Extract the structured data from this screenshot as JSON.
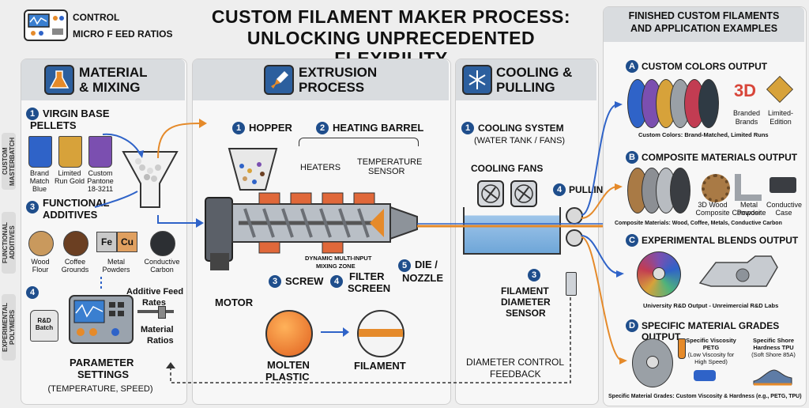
{
  "header": {
    "control_label_1": "CONTROL",
    "control_label_2": "MICRO F EED RATIOS",
    "title_line1": "CUSTOM FILAMENT MAKER PROCESS:",
    "title_line2": "UNLOCKING UNPRECEDENTED FLEXIBILITY"
  },
  "side_tabs": [
    "CUSTOM MASTERBATCH",
    "FUNCTIONAL ADDITIVES",
    "EXPERIMENTAL POLYMERS"
  ],
  "material": {
    "title_line1": "MATERIAL",
    "title_line2": "& MIXING",
    "step1_num": "1",
    "step1_line1": "VIRGIN BASE",
    "step1_line2": "PELLETS",
    "pellets": [
      {
        "label": "Brand Match Blue",
        "color": "#2f63c8"
      },
      {
        "label": "Limited Run Gold",
        "color": "#d7a23a"
      },
      {
        "label": "Custom Pantone 18-3211",
        "color": "#7b4fb0"
      }
    ],
    "step3_num": "3",
    "step3_line1": "FUNCTIONAL",
    "step3_line2": "ADDITIVES",
    "additives": [
      {
        "label": "Wood Flour",
        "color": "#c9995d"
      },
      {
        "label": "Coffee Grounds",
        "color": "#6b3f22"
      },
      {
        "label": "Metal Powders",
        "chem1": "Fe",
        "chem2": "Cu"
      },
      {
        "label": "Conductive Carbon",
        "color": "#2c2f33"
      }
    ],
    "step4_num": "4",
    "rd_batch": "R&D Batch",
    "additive_feed_line1": "Additive Feed",
    "additive_feed_line2": "Rates",
    "material_ratios_line1": "Material",
    "material_ratios_line2": "Ratios",
    "param_line1": "PARAMETER",
    "param_line2": "SETTINGS",
    "param_line3": "(TEMPERATURE, SPEED)"
  },
  "extrusion": {
    "title_line1": "EXTRUSION",
    "title_line2": "PROCESS",
    "hopper_num": "1",
    "hopper": "HOPPER",
    "barrel_num": "2",
    "barrel": "HEATING BARREL",
    "heaters": "HEATERS",
    "temp_sensor_line1": "TEMPERATURE",
    "temp_sensor_line2": "SENSOR",
    "mixing_zone_line1": "DYNAMIC MULTI-INPUT",
    "mixing_zone_line2": "MIXING ZONE",
    "screw_num": "3",
    "screw": "SCREW",
    "filter_num": "4",
    "filter_line1": "FILTER",
    "filter_line2": "SCREEN",
    "die_num": "5",
    "die_line1": "DIE /",
    "die_line2": "NOZZLE",
    "motor": "MOTOR",
    "molten_line1": "MOLTEN",
    "molten_line2": "PLASTIC",
    "filament": "FILAMENT"
  },
  "cooling": {
    "title_line1": "COOLING &",
    "title_line2": "PULLING",
    "step1_num": "1",
    "step1_line1": "COOLING SYSTEM",
    "step1_line2": "(WATER TANK / FANS)",
    "fans": "COOLING FANS",
    "pulling_num": "4",
    "pulling": "PULLING",
    "sensor_num": "3",
    "sensor_line1": "FILAMENT",
    "sensor_line2": "DIAMETER",
    "sensor_line3": "SENSOR",
    "feedback_line1": "DIAMETER CONTROL",
    "feedback_line2": "FEEDBACK"
  },
  "finished": {
    "title_line1": "FINISHED CUSTOM FILAMENTS",
    "title_line2": "AND APPLICATION EXAMPLES",
    "a_badge": "A",
    "a_title": "CUSTOM COLORS OUTPUT",
    "a_brand_icon": "3D",
    "a_branded_line1": "Branded",
    "a_branded_line2": "Brands",
    "a_limited_line1": "Limited-",
    "a_limited_line2": "Edition",
    "a_caption": "Custom Colors: Brand-Matched, Limited Runs",
    "b_badge": "B",
    "b_title": "COMPOSITE MATERIALS OUTPUT",
    "b_item1_line1": "3D Wood",
    "b_item1_line2": "Composite",
    "b_item2_line1": "Metal Powder",
    "b_item2_line2": "Composite",
    "b_item3_line1": "Conductive",
    "b_item3_line2": "Case",
    "b_caption": "Composite Materials: Wood, Coffee, Metals, Conductive Carbon",
    "c_badge": "C",
    "c_title": "EXPERIMENTAL BLENDS OUTPUT",
    "c_caption": "University R&D Output - Unreimercial R&D Labs",
    "d_badge": "D",
    "d_title": "SPECIFIC MATERIAL GRADES OUTPUT",
    "d_item1_line1": "Specific Viscosity",
    "d_item1_line2": "PETG",
    "d_item1_line3": "(Low Viscosity for",
    "d_item1_line4": "High Speed)",
    "d_item2_line1": "Specific Shore",
    "d_item2_line2": "Hardness TPU",
    "d_item2_line3": "(Soft Shore 85A)",
    "d_caption": "Specific Material Grades: Custom Viscosity & Hardness (e.g., PETG, TPU)"
  },
  "colors": {
    "accent": "#1f4e8c",
    "flow_blue": "#2f63c8",
    "flow_orange": "#e58a2a",
    "heater_orange": "#e0683a"
  }
}
